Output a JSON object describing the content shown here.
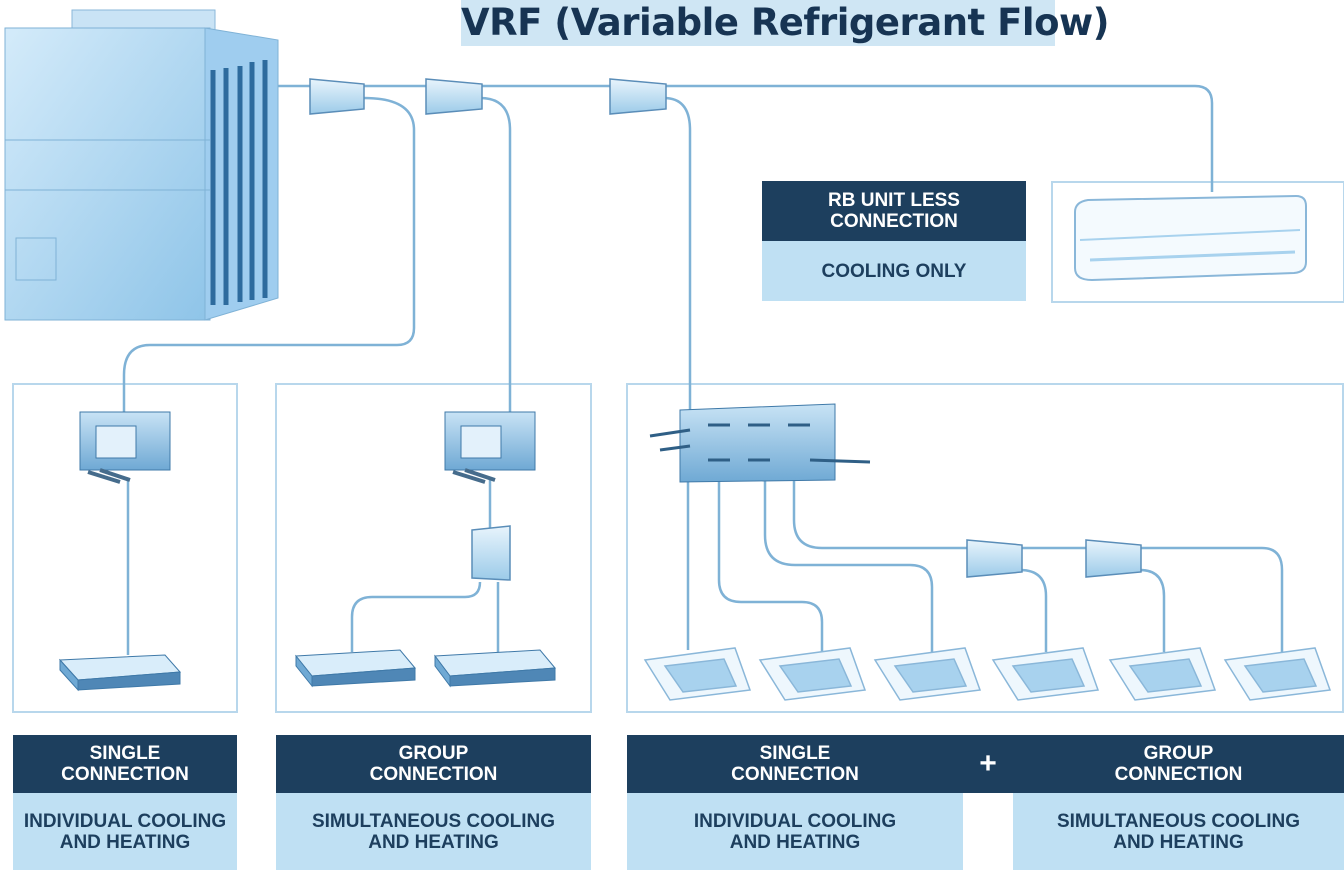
{
  "title": "VRF (Variable Refrigerant Flow)",
  "rb_unit": {
    "header": "RB UNIT LESS\nCONNECTION",
    "sub": "COOLING ONLY"
  },
  "sections": [
    {
      "header": "SINGLE\nCONNECTION",
      "sub": "INDIVIDUAL COOLING\nAND HEATING"
    },
    {
      "header": "GROUP\nCONNECTION",
      "sub": "SIMULTANEOUS COOLING\nAND HEATING"
    },
    {
      "header": "SINGLE\nCONNECTION",
      "sub": "INDIVIDUAL COOLING\nAND HEATING"
    },
    {
      "header": "GROUP\nCONNECTION",
      "sub": "SIMULTANEOUS COOLING\nAND HEATING"
    }
  ],
  "plus_sign": "+",
  "colors": {
    "dark_blue": "#1d3f5e",
    "light_blue": "#bfe0f3",
    "pipe_blue": "#7fb2d6",
    "frame_blue": "#b8d7ec",
    "unit_blue": "#a8d2ee"
  },
  "icons": [
    "outdoor-unit-icon",
    "branch-box-icon",
    "multi-port-branch-box-icon",
    "ducted-indoor-unit-icon",
    "cassette-indoor-unit-icon",
    "wall-mounted-indoor-unit-icon",
    "refnet-joint-icon"
  ]
}
